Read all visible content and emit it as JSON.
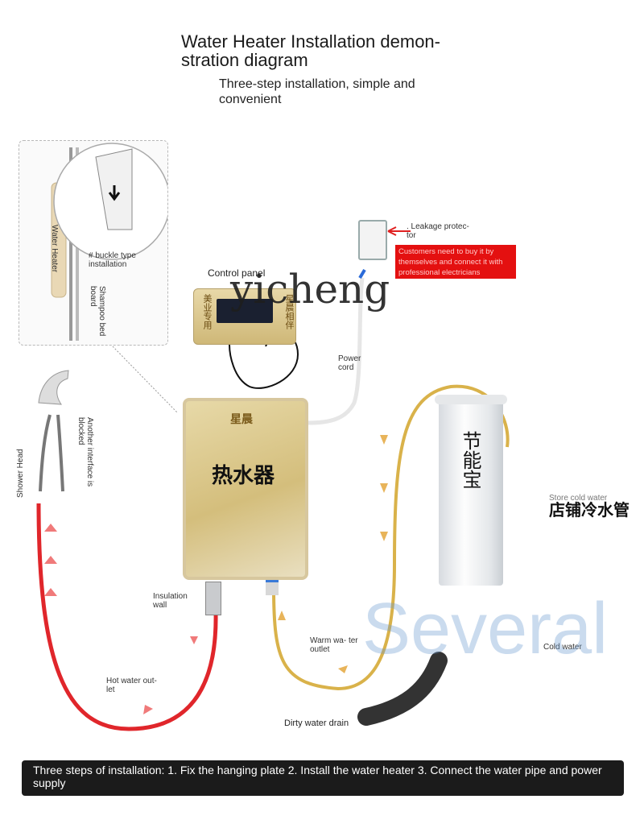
{
  "title": "Water Heater Installation demon-stration diagram",
  "subtitle": "Three-step installation, simple and convenient",
  "inset": {
    "water_heater_label": "Water Heater",
    "buckle_label": "# buckle type installation",
    "shampoo_bed_label": "Shampoo bed board"
  },
  "labels": {
    "control_panel": "Control panel",
    "leakage_protector": ". Leakage protec- tor",
    "customers_note": "Customers need to buy it by themselves and connect it with professional electricians",
    "power_cord": "Power cord",
    "shower_head": "Shower Head",
    "another_interface": "Another interface is blocked",
    "insulation_wall": "Insulation wall",
    "warm_water_outlet": "Warm wa- ter outlet",
    "hot_water_outlet": "Hot water out- let",
    "dirty_water_drain": "Dirty water drain",
    "store_cold_water_pipe_cn": "店铺冷水管",
    "store_cold_water_pipe_en": "Store cold water",
    "cold_water_label": "Cold water"
  },
  "heater": {
    "brand": "星晨",
    "main_text": "热水器"
  },
  "panel": {
    "left_text": "美业专用",
    "right_text": "星晨相伴"
  },
  "pipe_text": "节能宝",
  "watermarks": {
    "primary": "yicheng",
    "secondary": "Several"
  },
  "bottom_caption": "Three steps of installation: 1. Fix the hanging plate 2. Install the water heater 3. Connect the water pipe and power supply",
  "colors": {
    "hot_hose": "#e0262b",
    "warm_hose": "#d9b24a",
    "arrow_hot": "#f07a7a",
    "arrow_warm": "#e8b45a",
    "leakage_arrow": "#e02020",
    "note_bg": "#e41010"
  }
}
